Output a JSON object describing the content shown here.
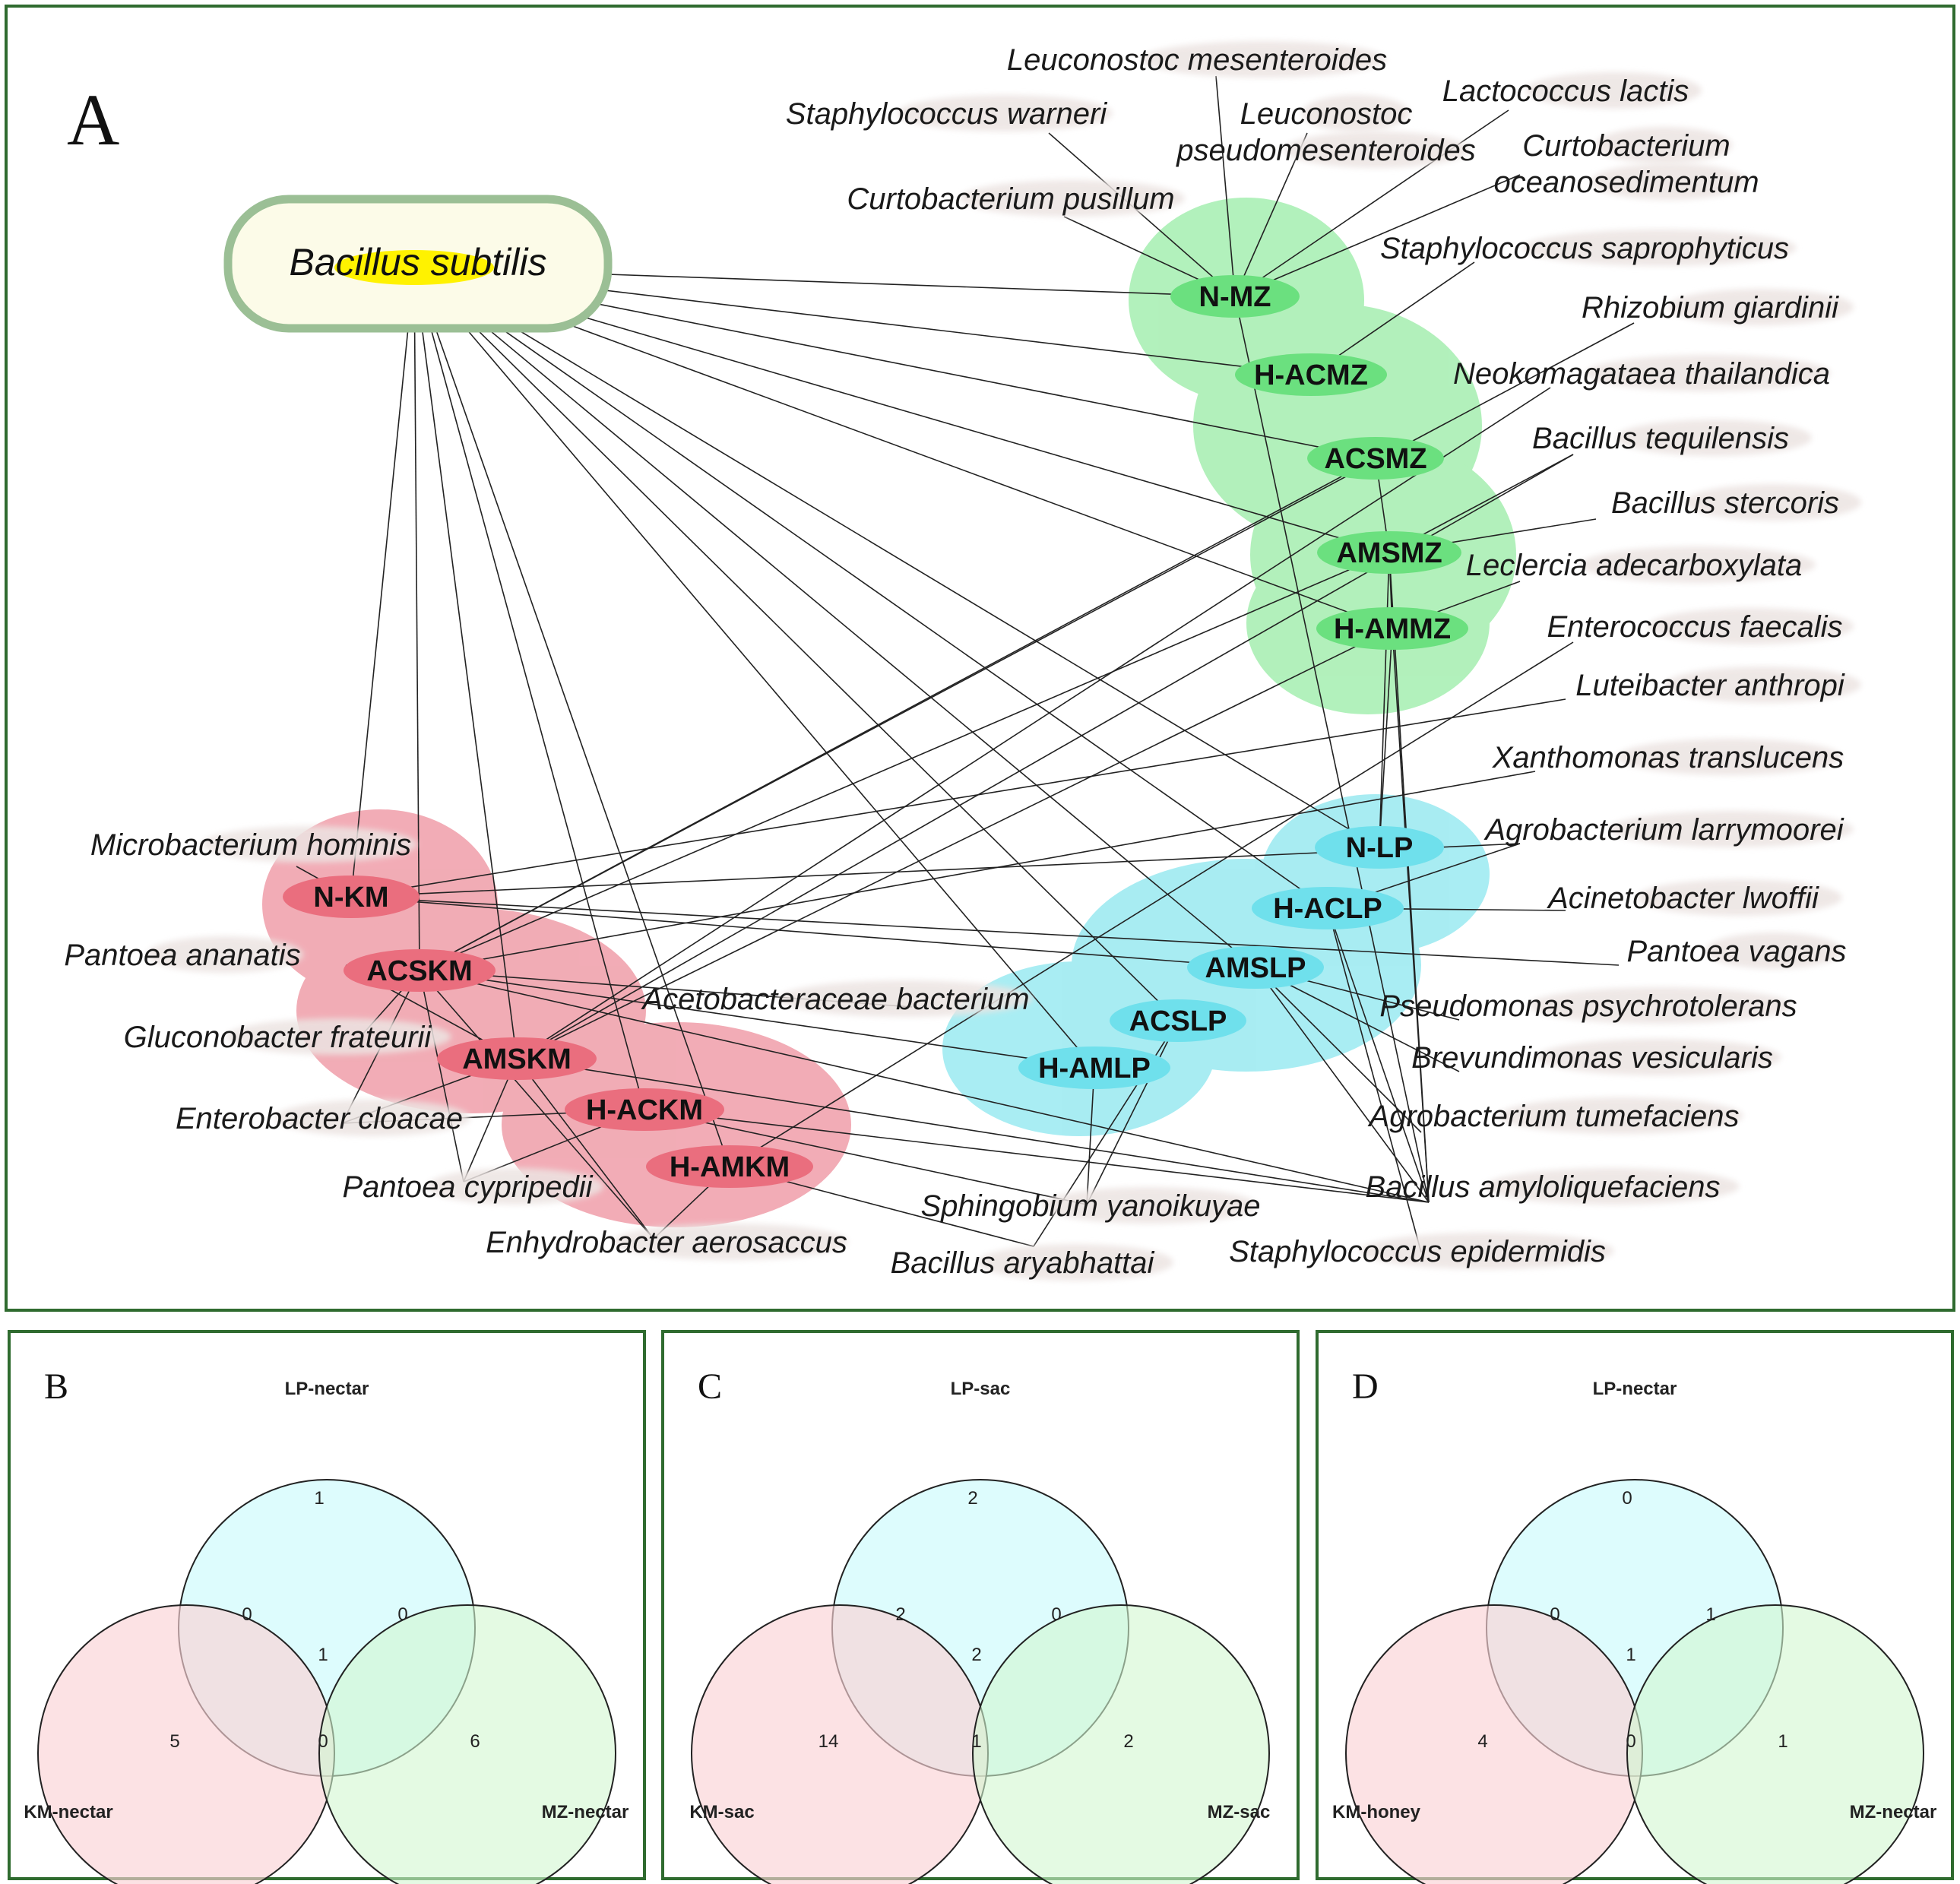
{
  "panelA": {
    "letter": "A",
    "hub": "Bacillus subtilis",
    "nodes": [
      {
        "id": "NMZ",
        "label": "N-MZ",
        "group": "MZ"
      },
      {
        "id": "HACMZ",
        "label": "H-ACMZ",
        "group": "MZ"
      },
      {
        "id": "ACSMZ",
        "label": "ACSMZ",
        "group": "MZ"
      },
      {
        "id": "AMSMZ",
        "label": "AMSMZ",
        "group": "MZ"
      },
      {
        "id": "HAMMZ",
        "label": "H-AMMZ",
        "group": "MZ"
      },
      {
        "id": "NLP",
        "label": "N-LP",
        "group": "LP"
      },
      {
        "id": "HACLP",
        "label": "H-ACLP",
        "group": "LP"
      },
      {
        "id": "AMSLP",
        "label": "AMSLP",
        "group": "LP"
      },
      {
        "id": "ACSLP",
        "label": "ACSLP",
        "group": "LP"
      },
      {
        "id": "HAMLP",
        "label": "H-AMLP",
        "group": "LP"
      },
      {
        "id": "NKM",
        "label": "N-KM",
        "group": "KM"
      },
      {
        "id": "ACSKM",
        "label": "ACSKM",
        "group": "KM"
      },
      {
        "id": "AMSKM",
        "label": "AMSKM",
        "group": "KM"
      },
      {
        "id": "HACKM",
        "label": "H-ACKM",
        "group": "KM"
      },
      {
        "id": "HAMKM",
        "label": "H-AMKM",
        "group": "KM"
      }
    ],
    "species": [
      {
        "id": "s1",
        "lines": [
          "Leuconostoc mesenteroides"
        ]
      },
      {
        "id": "s2",
        "lines": [
          "Staphylococcus warneri"
        ]
      },
      {
        "id": "s3",
        "lines": [
          "Leuconostoc",
          "pseudomesenteroides"
        ]
      },
      {
        "id": "s4",
        "lines": [
          "Lactococcus lactis"
        ]
      },
      {
        "id": "s5",
        "lines": [
          "Curtobacterium",
          "oceanosedimentum"
        ]
      },
      {
        "id": "s6",
        "lines": [
          "Curtobacterium pusillum"
        ]
      },
      {
        "id": "s7",
        "lines": [
          "Staphylococcus saprophyticus"
        ]
      },
      {
        "id": "s8",
        "lines": [
          "Rhizobium giardinii"
        ]
      },
      {
        "id": "s9",
        "lines": [
          "Neokomagataea thailandica"
        ]
      },
      {
        "id": "s10",
        "lines": [
          "Bacillus tequilensis"
        ]
      },
      {
        "id": "s11",
        "lines": [
          "Bacillus stercoris"
        ]
      },
      {
        "id": "s12",
        "lines": [
          "Leclercia adecarboxylata"
        ]
      },
      {
        "id": "s13",
        "lines": [
          "Enterococcus faecalis"
        ]
      },
      {
        "id": "s14",
        "lines": [
          "Luteibacter anthropi"
        ]
      },
      {
        "id": "s15",
        "lines": [
          "Xanthomonas translucens"
        ]
      },
      {
        "id": "s16",
        "lines": [
          "Agrobacterium larrymoorei"
        ]
      },
      {
        "id": "s17",
        "lines": [
          "Acinetobacter lwoffii"
        ]
      },
      {
        "id": "s18",
        "lines": [
          "Pantoea vagans"
        ]
      },
      {
        "id": "s19",
        "lines": [
          "Pseudomonas psychrotolerans"
        ]
      },
      {
        "id": "s20",
        "lines": [
          "Brevundimonas vesicularis"
        ]
      },
      {
        "id": "s21",
        "lines": [
          "Agrobacterium tumefaciens"
        ]
      },
      {
        "id": "s22",
        "lines": [
          "Bacillus amyloliquefaciens"
        ]
      },
      {
        "id": "s23",
        "lines": [
          "Staphylococcus epidermidis"
        ]
      },
      {
        "id": "s24",
        "lines": [
          "Bacillus aryabhattai"
        ]
      },
      {
        "id": "s25",
        "lines": [
          "Sphingobium yanoikuyae"
        ]
      },
      {
        "id": "s26",
        "lines": [
          "Enhydrobacter aerosaccus"
        ]
      },
      {
        "id": "s27",
        "lines": [
          "Pantoea cypripedii"
        ]
      },
      {
        "id": "s28",
        "lines": [
          "Enterobacter cloacae"
        ]
      },
      {
        "id": "s29",
        "lines": [
          "Gluconobacter frateurii"
        ]
      },
      {
        "id": "s30",
        "lines": [
          "Acetobacteraceae bacterium"
        ]
      },
      {
        "id": "s31",
        "lines": [
          "Pantoea ananatis"
        ]
      },
      {
        "id": "s32",
        "lines": [
          "Microbacterium hominis"
        ]
      }
    ],
    "edges": [
      [
        "hub",
        "NMZ"
      ],
      [
        "hub",
        "HACMZ"
      ],
      [
        "hub",
        "ACSMZ"
      ],
      [
        "hub",
        "AMSMZ"
      ],
      [
        "hub",
        "HAMMZ"
      ],
      [
        "hub",
        "NLP"
      ],
      [
        "hub",
        "HACLP"
      ],
      [
        "hub",
        "AMSLP"
      ],
      [
        "hub",
        "ACSLP"
      ],
      [
        "hub",
        "HAMLP"
      ],
      [
        "hub",
        "NKM"
      ],
      [
        "hub",
        "ACSKM"
      ],
      [
        "hub",
        "AMSKM"
      ],
      [
        "hub",
        "HACKM"
      ],
      [
        "hub",
        "HAMKM"
      ],
      [
        "NMZ",
        "s1"
      ],
      [
        "NMZ",
        "s2"
      ],
      [
        "NMZ",
        "s3"
      ],
      [
        "NMZ",
        "s4"
      ],
      [
        "NMZ",
        "s5"
      ],
      [
        "NMZ",
        "s6"
      ],
      [
        "HACMZ",
        "s7"
      ],
      [
        "ACSMZ",
        "AMSMZ"
      ],
      [
        "AMSMZ",
        "HAMMZ"
      ],
      [
        "AMSMZ",
        "s10"
      ],
      [
        "AMSMZ",
        "s11"
      ],
      [
        "HAMMZ",
        "s12"
      ],
      [
        "ACSKM",
        "s8"
      ],
      [
        "AMSKM",
        "s9"
      ],
      [
        "AMSKM",
        "s10"
      ],
      [
        "HAMKM",
        "s13"
      ],
      [
        "NKM",
        "s14"
      ],
      [
        "ACSKM",
        "s15"
      ],
      [
        "NKM",
        "s16"
      ],
      [
        "NKM",
        "s18"
      ],
      [
        "HACLP",
        "s17"
      ],
      [
        "HACLP",
        "s16"
      ],
      [
        "AMSLP",
        "s19"
      ],
      [
        "AMSLP",
        "s20"
      ],
      [
        "AMSLP",
        "s21"
      ],
      [
        "AMSLP",
        "s22"
      ],
      [
        "ACSLP",
        "s24"
      ],
      [
        "ACSLP",
        "s25"
      ],
      [
        "HAMLP",
        "s25"
      ],
      [
        "HACLP",
        "s23"
      ],
      [
        "HAMMZ",
        "s22"
      ],
      [
        "AMSMZ",
        "s22"
      ],
      [
        "HACLP",
        "s22"
      ],
      [
        "NMZ",
        "s22"
      ],
      [
        "ACSKM",
        "s22"
      ],
      [
        "AMSKM",
        "s22"
      ],
      [
        "HACKM",
        "s22"
      ],
      [
        "HAMKM",
        "s24"
      ],
      [
        "HACKM",
        "s25"
      ],
      [
        "HAMMZ",
        "AMSKM"
      ],
      [
        "ACSMZ",
        "ACSKM"
      ],
      [
        "AMSMZ",
        "ACSKM"
      ],
      [
        "AMSMZ",
        "NLP"
      ],
      [
        "HAMMZ",
        "NLP"
      ],
      [
        "AMSLP",
        "NKM"
      ],
      [
        "HAMLP",
        "ACSKM"
      ],
      [
        "ACSKM",
        "s30"
      ],
      [
        "AMSKM",
        "s31"
      ],
      [
        "NKM",
        "s32"
      ],
      [
        "ACSKM",
        "s26"
      ],
      [
        "ACSKM",
        "s27"
      ],
      [
        "ACSKM",
        "s28"
      ],
      [
        "ACSKM",
        "s29"
      ],
      [
        "AMSKM",
        "s26"
      ],
      [
        "AMSKM",
        "s27"
      ],
      [
        "AMSKM",
        "s28"
      ],
      [
        "HACKM",
        "s27"
      ],
      [
        "HAMKM",
        "s26"
      ],
      [
        "HACKM",
        "s28"
      ]
    ]
  },
  "venns": [
    {
      "letter": "B",
      "sets": [
        "LP-nectar",
        "KM-nectar",
        "MZ-nectar"
      ],
      "values": {
        "top": "1",
        "left": "5",
        "right": "6",
        "tl": "0",
        "tr": "0",
        "bot": "0",
        "center": "1"
      }
    },
    {
      "letter": "C",
      "sets": [
        "LP-sac",
        "KM-sac",
        "MZ-sac"
      ],
      "values": {
        "top": "2",
        "left": "14",
        "right": "2",
        "tl": "2",
        "tr": "0",
        "bot": "1",
        "center": "2"
      }
    },
    {
      "letter": "D",
      "sets": [
        "LP-nectar",
        "KM-honey",
        "MZ-nectar"
      ],
      "values": {
        "top": "0",
        "left": "4",
        "right": "1",
        "tl": "0",
        "tr": "1",
        "bot": "0",
        "center": "1"
      }
    }
  ],
  "colors": {
    "mz": "#8fe69c",
    "lp": "#8fe4ee",
    "km": "#ee98a3",
    "hub_fill": "#fcfbe8",
    "hub_border": "#9bbf95",
    "frame": "#2f6b2f"
  }
}
